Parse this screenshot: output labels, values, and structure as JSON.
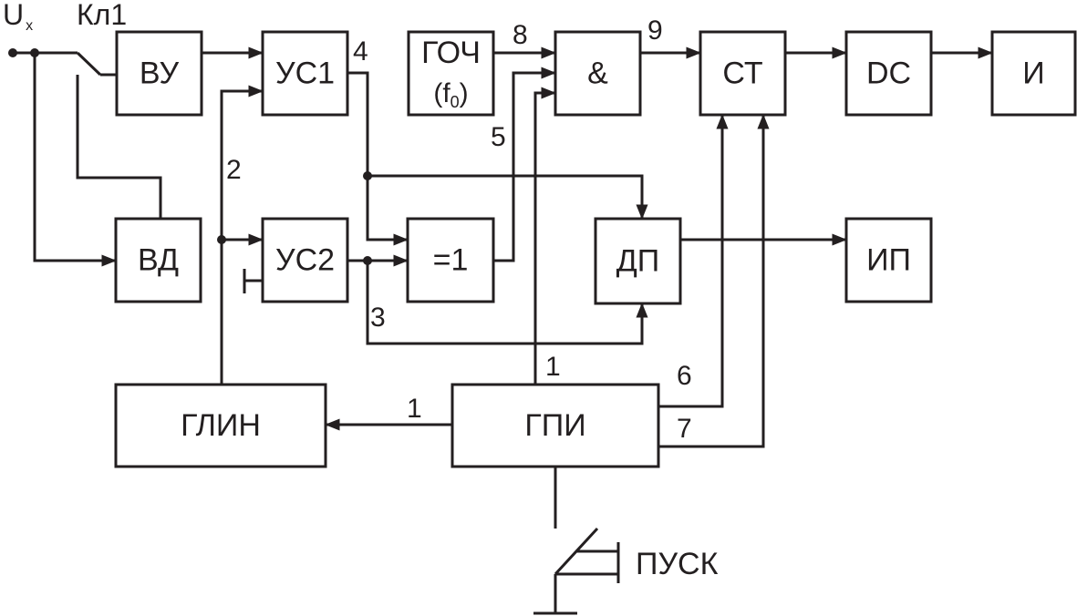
{
  "diagram": {
    "input": {
      "label": "U",
      "subscript": "x"
    },
    "switch": "Кл1",
    "start_button": "ПУСК",
    "blocks": {
      "vu": "ВУ",
      "us1": "УС1",
      "goch": "ГОЧ",
      "goch_sub_open": "(f",
      "goch_sub_idx": "0",
      "goch_sub_close": ")",
      "and": "&",
      "st": "СТ",
      "dc": "DC",
      "ind": "И",
      "vd": "ВД",
      "us2": "УС2",
      "xor": "=1",
      "dp": "ДП",
      "ip": "ИП",
      "glin": "ГЛИН",
      "gpi": "ГПИ"
    },
    "line_numbers": {
      "n1_top": "1",
      "n1_left": "1",
      "n2": "2",
      "n3": "3",
      "n4": "4",
      "n5": "5",
      "n6": "6",
      "n7": "7",
      "n8": "8",
      "n9": "9"
    },
    "color": "#231f20"
  }
}
